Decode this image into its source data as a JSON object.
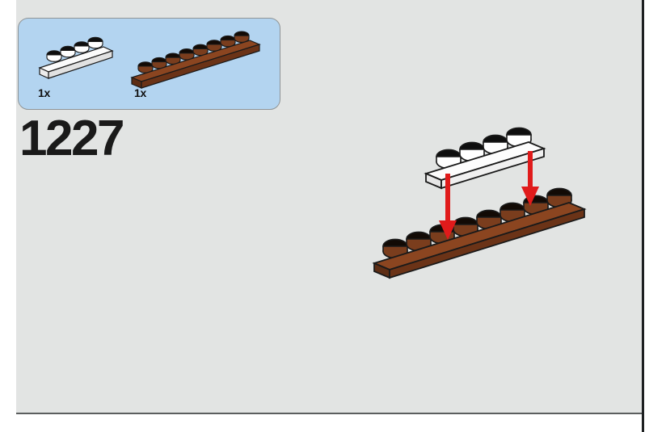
{
  "page": {
    "background_color": "#e2e4e3",
    "paper_color": "#ffffff",
    "spine_color": "#1d2021"
  },
  "parts_callout": {
    "background_color": "#b3d4f0",
    "border_color": "#8f9496",
    "parts": [
      {
        "name": "plate-1x4-white",
        "quantity_label": "1x",
        "color_name": "white",
        "color_hex": "#ffffff",
        "studs": 4
      },
      {
        "name": "plate-1x8-brown",
        "quantity_label": "1x",
        "color_name": "reddish-brown",
        "color_hex": "#7a3d1d",
        "studs": 8
      }
    ]
  },
  "step": {
    "number_label": "1227"
  },
  "assembly": {
    "arrow_color": "#e01b1b",
    "arrow_count": 2,
    "pieces": [
      {
        "name": "plate-1x4-white",
        "color_name": "white",
        "color_hex": "#ffffff",
        "studs": 4,
        "position": "floating-above"
      },
      {
        "name": "plate-1x8-brown",
        "color_name": "reddish-brown",
        "color_hex": "#7a3d1d",
        "studs": 8,
        "position": "base"
      }
    ]
  }
}
